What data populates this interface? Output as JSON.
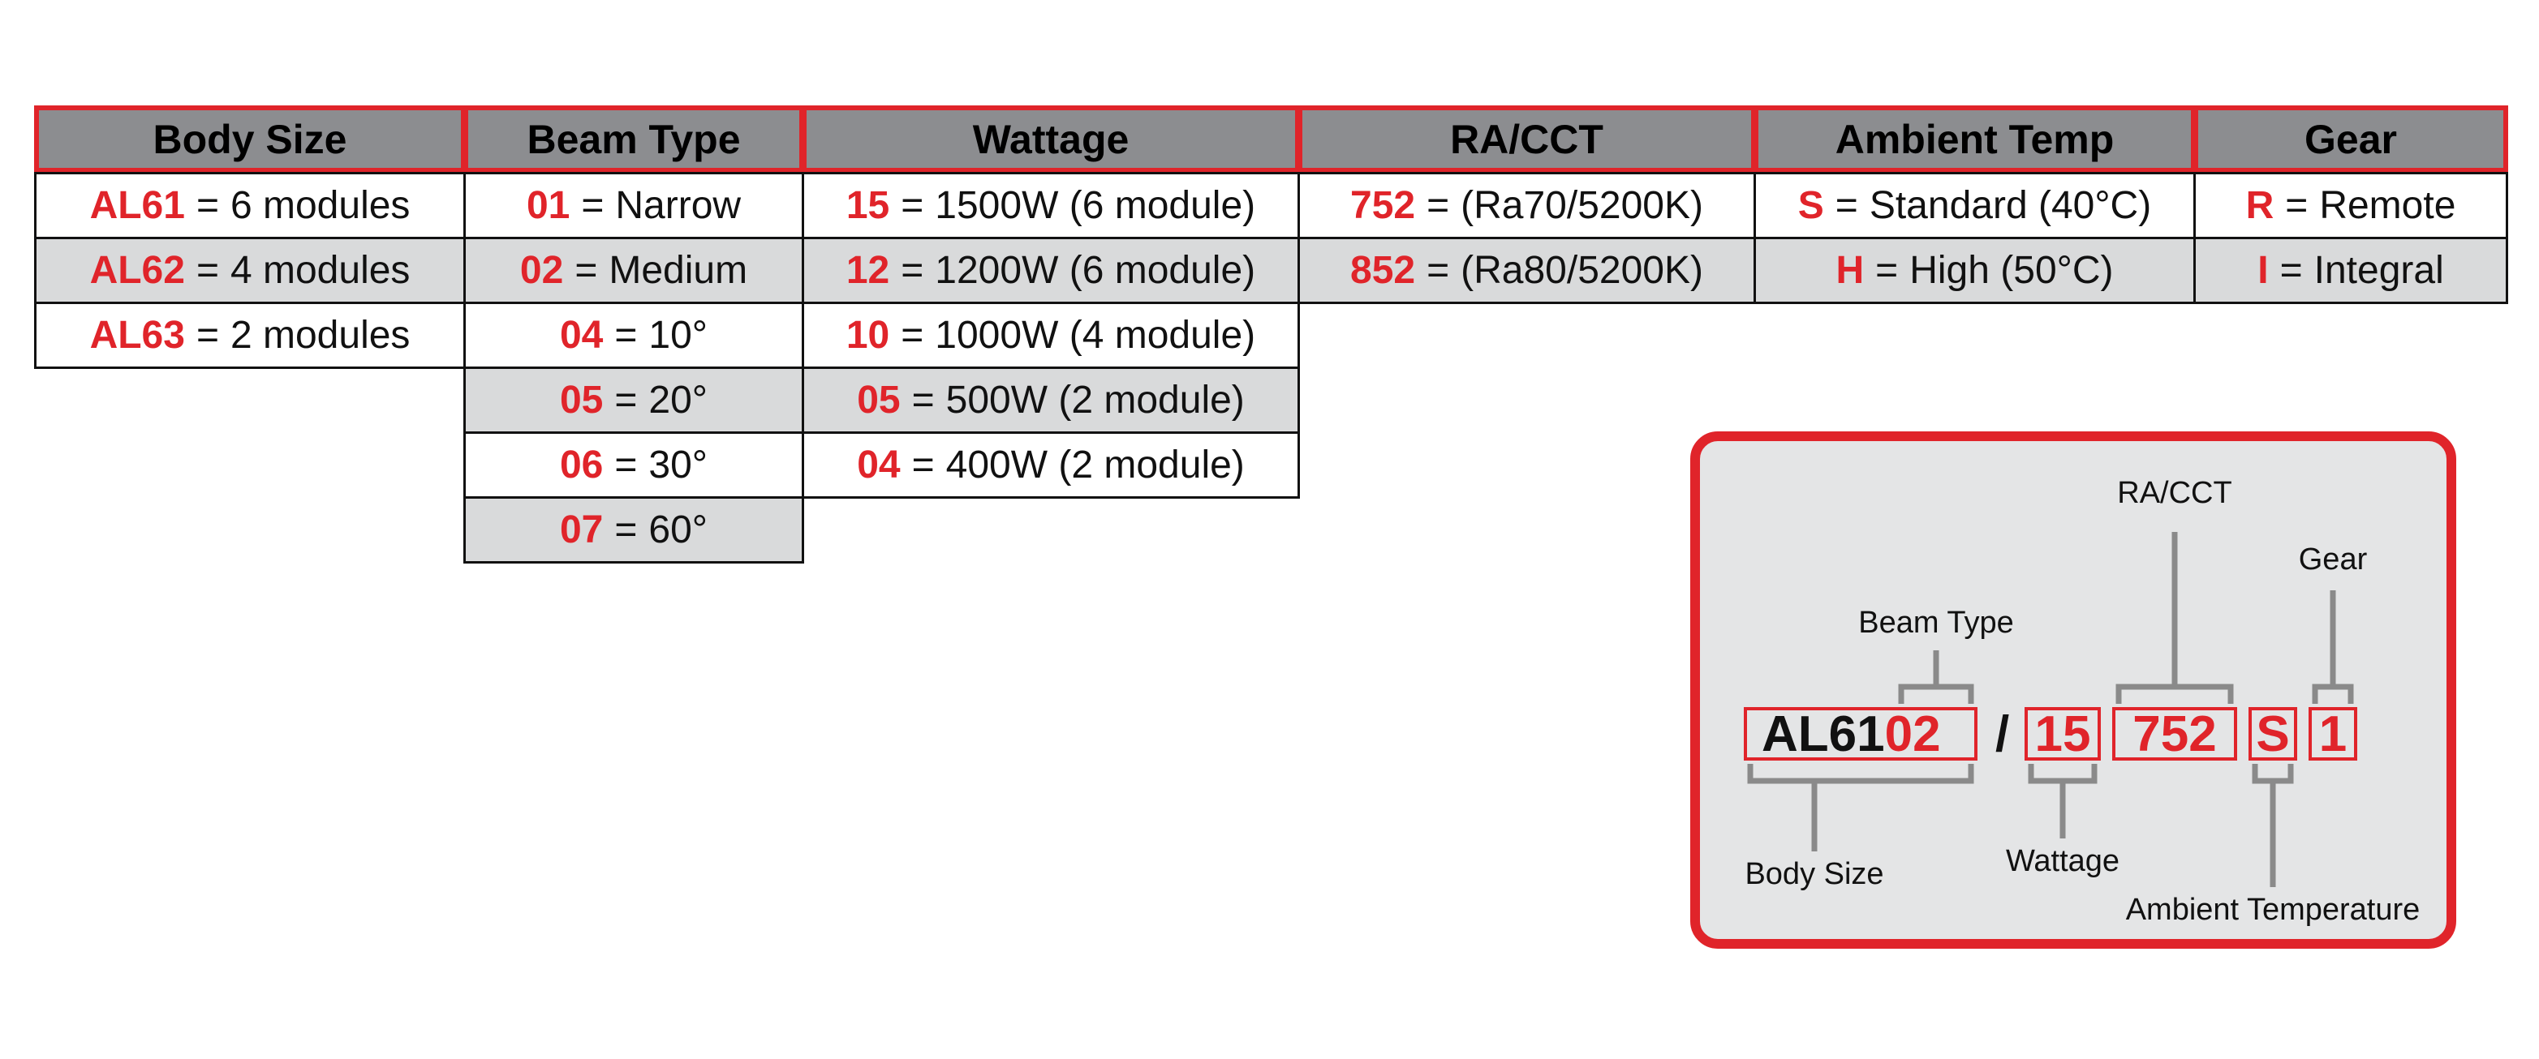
{
  "colors": {
    "accent": "#e0242a",
    "header_bg": "#8c8d90",
    "row_gray": "#d9dadb",
    "legend_bg": "#e4e5e6",
    "bracket": "#8a8a8a"
  },
  "table": {
    "body_size": {
      "header": "Body Size",
      "rows": [
        {
          "code": "AL61",
          "desc": "6 modules"
        },
        {
          "code": "AL62",
          "desc": "4 modules"
        },
        {
          "code": "AL63",
          "desc": "2 modules"
        }
      ]
    },
    "beam_type": {
      "header": "Beam Type",
      "rows": [
        {
          "code": "01",
          "desc": "Narrow"
        },
        {
          "code": "02",
          "desc": "Medium"
        },
        {
          "code": "04",
          "desc": "10°"
        },
        {
          "code": "05",
          "desc": "20°"
        },
        {
          "code": "06",
          "desc": "30°"
        },
        {
          "code": "07",
          "desc": "60°"
        }
      ]
    },
    "wattage": {
      "header": "Wattage",
      "rows": [
        {
          "code": "15",
          "desc": "1500W (6 module)"
        },
        {
          "code": "12",
          "desc": "1200W (6 module)"
        },
        {
          "code": "10",
          "desc": "1000W (4 module)"
        },
        {
          "code": "05",
          "desc": "500W (2 module)"
        },
        {
          "code": "04",
          "desc": "400W (2 module)"
        }
      ]
    },
    "ra_cct": {
      "header": "RA/CCT",
      "rows": [
        {
          "code": "752",
          "desc": "(Ra70/5200K)"
        },
        {
          "code": "852",
          "desc": "(Ra80/5200K)"
        }
      ]
    },
    "ambient_temp": {
      "header": "Ambient Temp",
      "rows": [
        {
          "code": "S",
          "desc": "Standard (40°C)"
        },
        {
          "code": "H",
          "desc": "High (50°C)"
        }
      ]
    },
    "gear": {
      "header": "Gear",
      "rows": [
        {
          "code": "R",
          "desc": "Remote"
        },
        {
          "code": "I",
          "desc": "Integral"
        }
      ]
    }
  },
  "legend": {
    "model_prefix": "AL61",
    "beam_code": "02",
    "slash": "/",
    "wattage_code": "15",
    "ra_code": "752",
    "temp_code": "S",
    "gear_code": "1",
    "labels": {
      "ra_cct": "RA/CCT",
      "gear": "Gear",
      "beam_type": "Beam Type",
      "body_size": "Body Size",
      "wattage": "Wattage",
      "ambient_temperature": "Ambient Temperature"
    }
  }
}
